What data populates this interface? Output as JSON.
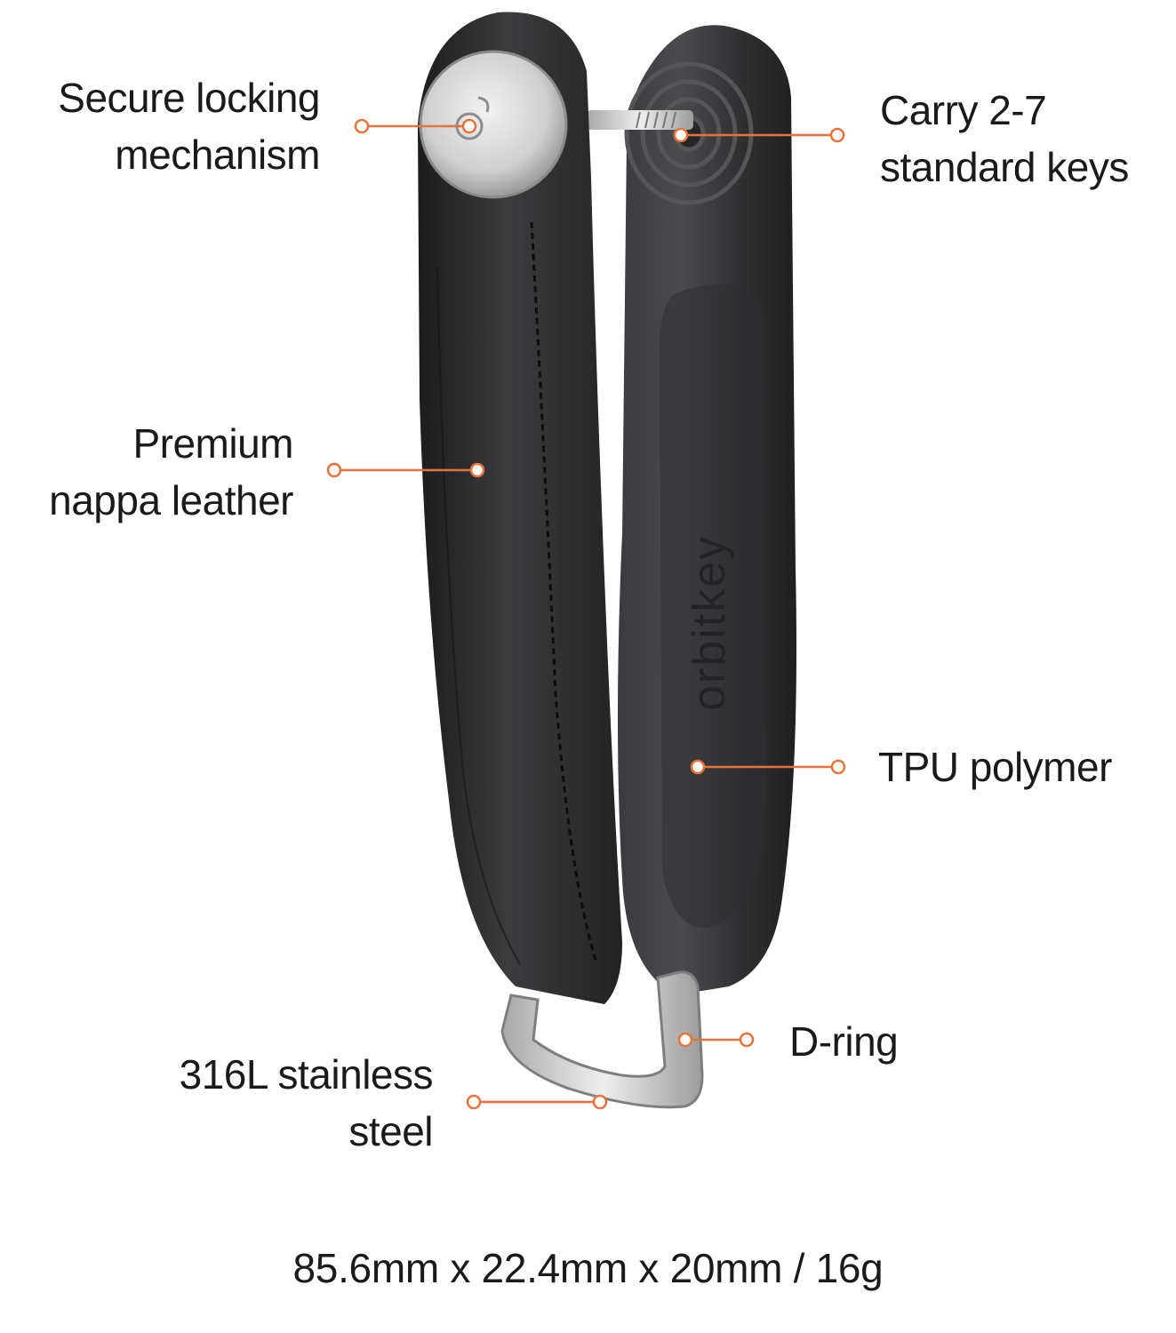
{
  "product": {
    "brand_embossing": "orbitkey"
  },
  "callouts": [
    {
      "id": "lock",
      "lines": [
        "Secure locking",
        "mechanism"
      ]
    },
    {
      "id": "keys",
      "lines": [
        "Carry 2-7",
        "standard keys"
      ]
    },
    {
      "id": "leather",
      "lines": [
        "Premium",
        "nappa leather"
      ]
    },
    {
      "id": "tpu",
      "lines": [
        "TPU polymer"
      ]
    },
    {
      "id": "dring",
      "lines": [
        "D-ring"
      ]
    },
    {
      "id": "steel",
      "lines": [
        "316L stainless",
        "steel"
      ]
    }
  ],
  "dimensions": "85.6mm x 22.4mm x 20mm / 16g",
  "colors": {
    "accent": "#e8733a",
    "leather": "#2a2a2c",
    "tpu": "#3a3b3d",
    "steel": "#c8c8c8"
  }
}
